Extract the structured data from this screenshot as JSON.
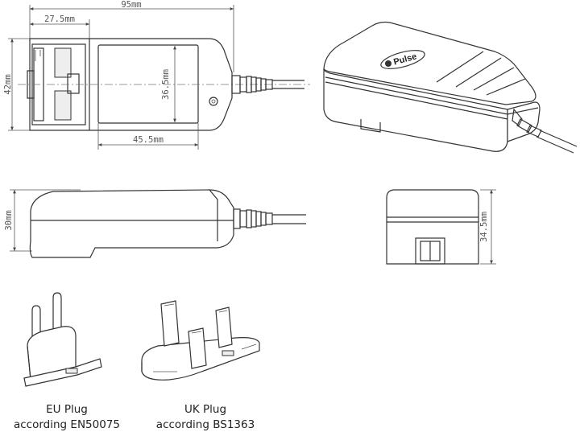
{
  "dimensions": {
    "total_length": "95mm",
    "plug_section": "27.5mm",
    "height": "42mm",
    "label_height": "36.5mm",
    "label_width": "45.5mm",
    "side_height": "30mm",
    "end_height": "34.5mm"
  },
  "brand": "Pulse",
  "plugs": {
    "eu": {
      "line1": "EU Plug",
      "line2": "according EN50075"
    },
    "uk": {
      "line1": "UK Plug",
      "line2": "according BS1363"
    }
  }
}
